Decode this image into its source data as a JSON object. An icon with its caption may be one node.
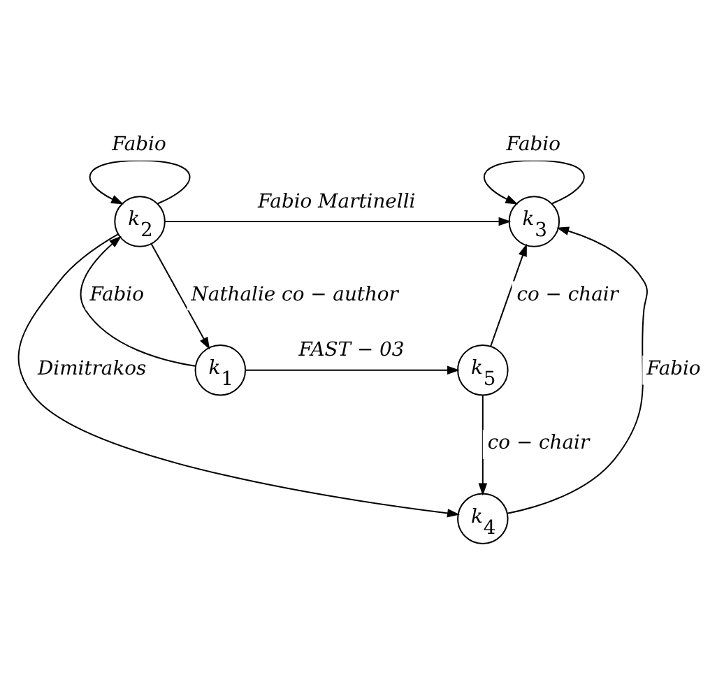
{
  "diagram": {
    "nodes": [
      {
        "text": [
          "k$_{2}$"
        ]
      },
      {
        "text": [
          "k$_{3}$"
        ]
      },
      {
        "text": [
          "k$_{4}$"
        ]
      },
      {
        "text": [
          "k$_{1}$"
        ]
      },
      {
        "text": [
          "k$_{5}$"
        ]
      }
    ],
    "edges": [
      {
        "from": 0,
        "to": 0,
        "arrow": "to",
        "label": "Fabio"
      },
      {
        "from": 1,
        "to": 1,
        "arrow": "to",
        "label": "Fabio"
      },
      {
        "from": 0,
        "to": 1,
        "arrow": "to",
        "label": "Fabio Martinelli"
      },
      {
        "from": 0,
        "to": 2,
        "arrow": "to",
        "label": "Dimitrakos"
      },
      {
        "from": 0,
        "to": 3,
        "arrow": "to",
        "label": "Nathalie co − author"
      },
      {
        "from": 3,
        "to": 0,
        "arrow": "to",
        "label": "Fabio"
      },
      {
        "from": 2,
        "to": 1,
        "arrow": "to",
        "label": "Fabio"
      },
      {
        "from": 4,
        "to": 2,
        "arrow": "to",
        "label": "co − chair"
      },
      {
        "from": 4,
        "to": 1,
        "arrow": "to",
        "label": "co − chair"
      },
      {
        "from": 3,
        "to": 4,
        "arrow": "to",
        "label": "FAST − 03"
      }
    ]
  }
}
